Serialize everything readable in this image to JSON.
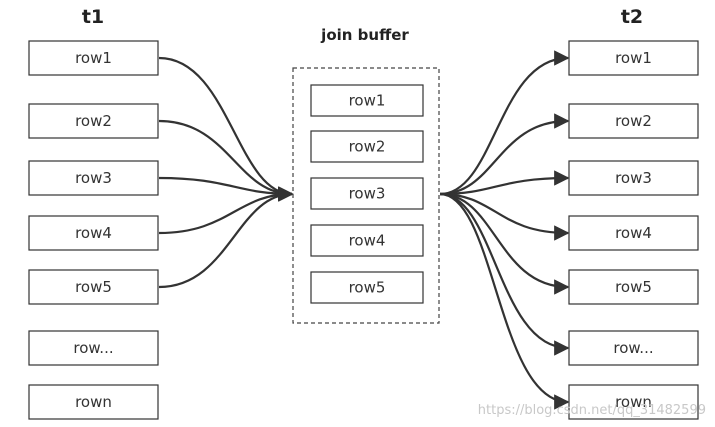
{
  "t1": {
    "title": "t1",
    "rows": [
      "row1",
      "row2",
      "row3",
      "row4",
      "row5",
      "row...",
      "rown"
    ]
  },
  "join_buffer": {
    "title": "join buffer",
    "rows": [
      "row1",
      "row2",
      "row3",
      "row4",
      "row5"
    ]
  },
  "t2": {
    "title": "t2",
    "rows": [
      "row1",
      "row2",
      "row3",
      "row4",
      "row5",
      "row...",
      "rown"
    ]
  },
  "connections": {
    "t1_rows_into_buffer": 5,
    "buffer_to_t2_rows": 7
  },
  "watermark": "https://blog.csdn.net/qq_31482599",
  "colors": {
    "stroke": "#333333",
    "background": "#ffffff",
    "watermark": "#c8c8c8"
  }
}
